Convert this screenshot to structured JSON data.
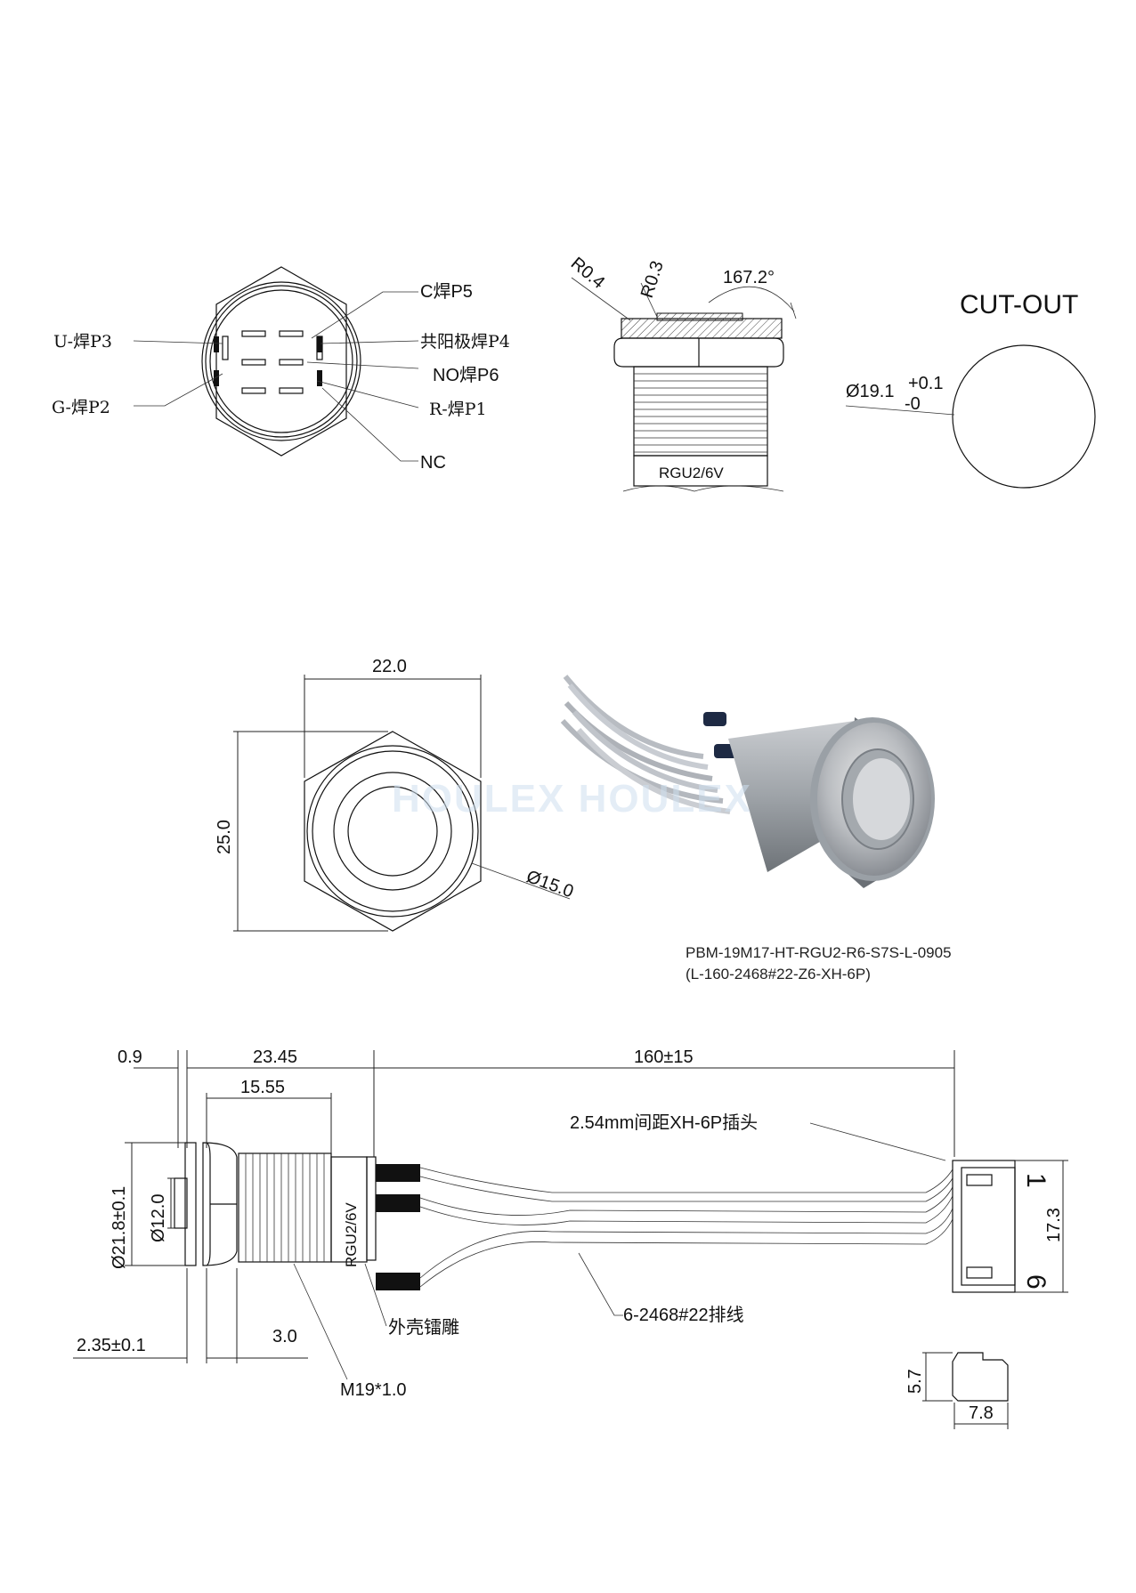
{
  "pin_view": {
    "labels": {
      "c_p5": "C焊P5",
      "u_p3": "U-焊P3",
      "common_anode_p4": "共阳极焊P4",
      "no_p6": "NO焊P6",
      "g_p2": "G-焊P2",
      "r_p1": "R-焊P1",
      "nc": "NC"
    }
  },
  "side_profile": {
    "r04": "R0.4",
    "r03": "R0.3",
    "angle": "167.2°",
    "marking": "RGU2/6V"
  },
  "cutout": {
    "title": "CUT-OUT",
    "diameter": "Ø19.1",
    "tol_plus": "+0.1",
    "tol_minus": "-0"
  },
  "front_view": {
    "width": "22.0",
    "height": "25.0",
    "diameter": "Ø15.0"
  },
  "photo": {
    "watermark": "HOULEX HOULEX",
    "part_number_line1": "PBM-19M17-HT-RGU2-R6-S7S-L-0905",
    "part_number_line2": "(L-160-2468#22-Z6-XH-6P)"
  },
  "side_view": {
    "d09": "0.9",
    "d2345": "23.45",
    "d1555": "15.55",
    "d160": "160±15",
    "connector": "2.54mm间距XH-6P插头",
    "d218": "Ø21.8±0.1",
    "d120": "Ø12.0",
    "marking": "RGU2/6V",
    "pin1": "1",
    "pin6": "6",
    "d173": "17.3",
    "wire": "6-2468#22排线",
    "engrave": "外壳镭雕",
    "d30": "3.0",
    "d235": "2.35±0.1",
    "thread": "M19*1.0",
    "d57": "5.7",
    "d78": "7.8"
  }
}
